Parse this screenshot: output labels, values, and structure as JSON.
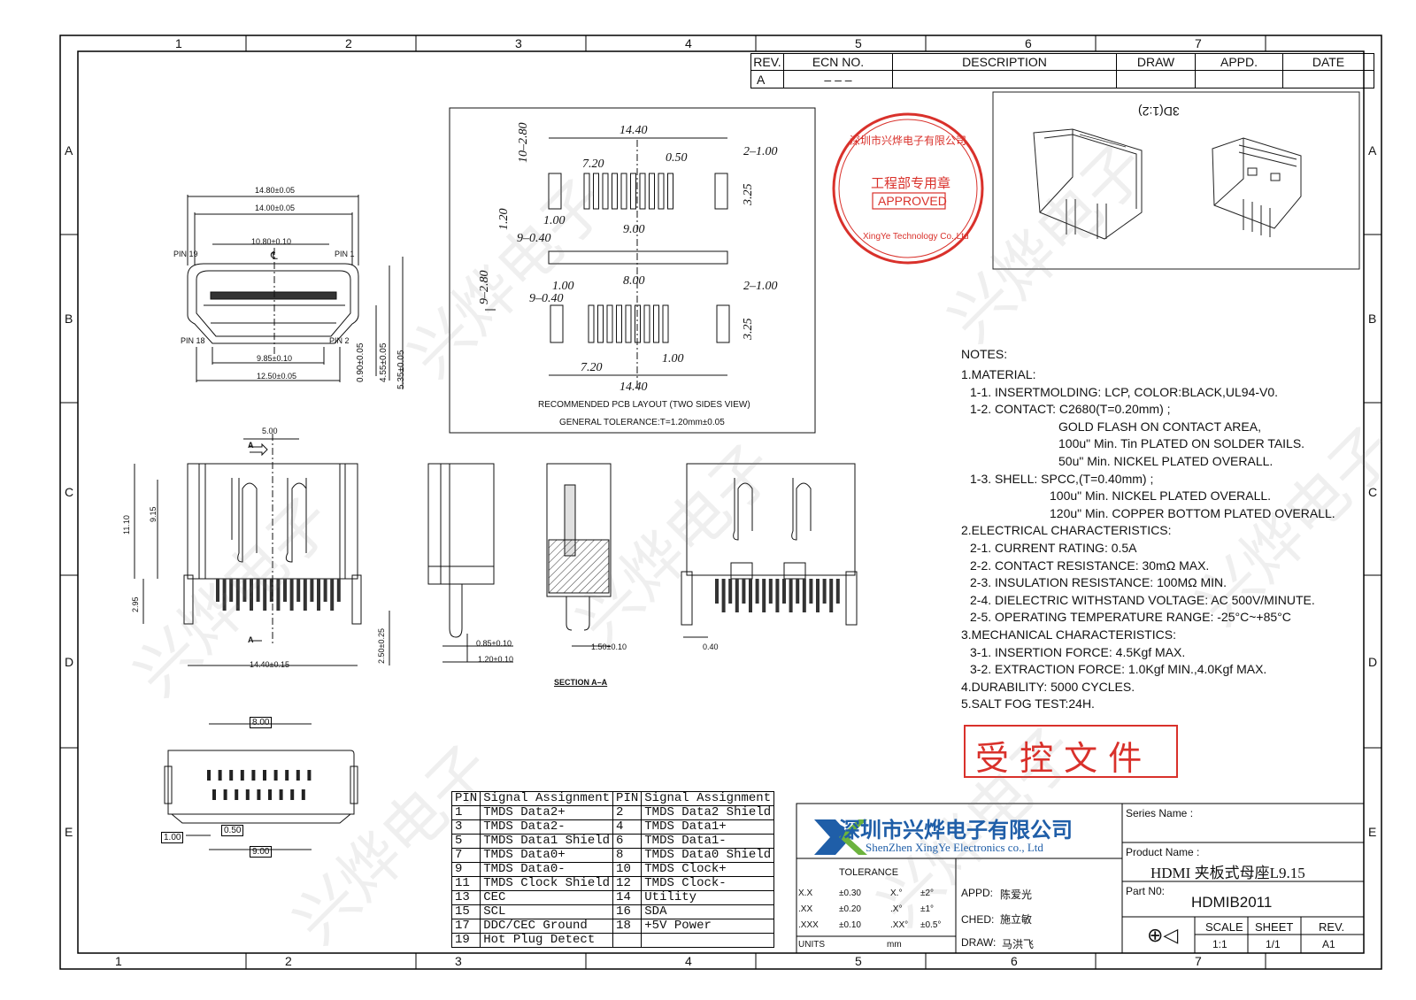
{
  "grid": {
    "cols_top": [
      "1",
      "2",
      "3",
      "4",
      "5",
      "6",
      "7"
    ],
    "cols_bottom": [
      "1",
      "2",
      "3",
      "4",
      "5",
      "6",
      "7"
    ],
    "rows": [
      "A",
      "B",
      "C",
      "D",
      "E"
    ]
  },
  "revision_table": {
    "headers": [
      "REV.",
      "ECN  NO.",
      "DESCRIPTION",
      "DRAW",
      "APPD.",
      "DATE"
    ],
    "row": [
      "A",
      "– – –",
      "",
      "",
      "",
      ""
    ]
  },
  "view_3d_label": "3D(1:2)",
  "stamp": {
    "company": "深圳市兴烨电子有限公司",
    "dept": "工程部专用章",
    "approved": "APPROVED",
    "en": "XingYe Technology Co.,Ltd"
  },
  "front_view": {
    "dims": [
      "14.80±0.05",
      "14.00±0.05",
      "10.80±0.10",
      "9.85±0.10",
      "12.50±0.05",
      "0.90±0.05",
      "4.55±0.05",
      "5.35±0.05"
    ],
    "pins": [
      "PIN 19",
      "PIN 1",
      "PIN 18",
      "PIN 2"
    ],
    "cl": "℄"
  },
  "pcb_layout": {
    "dims_top": [
      "14.40",
      "7.20",
      "0.50",
      "2–1.00",
      "10–2.80",
      "3.25",
      "1.00",
      "9.00",
      "9–0.40",
      "1.20"
    ],
    "dims_bottom": [
      "9–2.80",
      "1.00",
      "8.00",
      "9–0.40",
      "2–1.00",
      "3.25",
      "7.20",
      "1.00",
      "14.40"
    ],
    "caption": "RECOMMENDED PCB LAYOUT (TWO SIDES VIEW)",
    "tolerance": "GENERAL TOLERANCE:T=1.20mm±0.05"
  },
  "side_view": {
    "dims": [
      "5.00",
      "11.10",
      "9.15",
      "2.95",
      "14.40±0.15",
      "2.50±0.25",
      "A",
      "A"
    ]
  },
  "section_view": {
    "dims": [
      "0.85±0.10",
      "1.20±0.10",
      "1.50±0.10",
      "0.40"
    ],
    "label": "SECTION A–A"
  },
  "bottom_view": {
    "dims": [
      "8.00",
      "0.50",
      "1.00",
      "9.00"
    ]
  },
  "notes": [
    "NOTES:",
    "1.MATERIAL:",
    "1-1. INSERTMOLDING: LCP, COLOR:BLACK,UL94-V0.",
    "1-2. CONTACT: C2680(T=0.20mm) ;",
    "GOLD FLASH ON CONTACT AREA,",
    "100u\" Min. Tin PLATED ON SOLDER TAILS.",
    "50u\" Min. NICKEL PLATED OVERALL.",
    "1-3. SHELL: SPCC,(T=0.40mm) ;",
    "100u\" Min. NICKEL PLATED OVERALL.",
    "120u\" Min. COPPER BOTTOM PLATED OVERALL.",
    "2.ELECTRICAL CHARACTERISTICS:",
    "2-1. CURRENT RATING: 0.5A",
    "2-2. CONTACT RESISTANCE: 30mΩ MAX.",
    "2-3. INSULATION RESISTANCE: 100MΩ MIN.",
    "2-4. DIELECTRIC WITHSTAND VOLTAGE: AC 500V/MINUTE.",
    "2-5. OPERATING TEMPERATURE RANGE: -25°C~+85°C",
    "3.MECHANICAL CHARACTERISTICS:",
    "3-1. INSERTION FORCE: 4.5Kgf MAX.",
    "3-2. EXTRACTION FORCE: 1.0Kgf MIN.,4.0Kgf MAX.",
    "4.DURABILITY: 5000 CYCLES.",
    "5.SALT FOG TEST:24H."
  ],
  "controlled_stamp": "受 控 文 件",
  "pin_table": {
    "headers": [
      "PIN",
      "Signal Assignment",
      "PIN",
      "Signal Assignment"
    ],
    "rows": [
      [
        "1",
        "TMDS Data2+",
        "2",
        "TMDS Data2 Shield"
      ],
      [
        "3",
        "TMDS Data2-",
        "4",
        "TMDS Data1+"
      ],
      [
        "5",
        "TMDS Data1 Shield",
        "6",
        "TMDS Data1-"
      ],
      [
        "7",
        "TMDS Data0+",
        "8",
        "TMDS Data0 Shield"
      ],
      [
        "9",
        "TMDS Data0-",
        "10",
        "TMDS Clock+"
      ],
      [
        "11",
        "TMDS Clock Shield",
        "12",
        "TMDS Clock-"
      ],
      [
        "13",
        "CEC",
        "14",
        "Utility"
      ],
      [
        "15",
        "SCL",
        "16",
        "SDA"
      ],
      [
        "17",
        "DDC/CEC Ground",
        "18",
        "+5V Power"
      ],
      [
        "19",
        "Hot Plug Detect",
        "",
        ""
      ]
    ]
  },
  "title_block": {
    "company_cn": "深圳市兴烨电子有限公司",
    "company_en": "ShenZhen XingYe Electronics co., Ltd",
    "tolerance_label": "TOLERANCE",
    "tol_rows": [
      [
        "X.X",
        "±0.30",
        "X.°",
        "±2°"
      ],
      [
        ".XX",
        "±0.20",
        ".X°",
        "±1°"
      ],
      [
        ".XXX",
        "±0.10",
        ".XX°",
        "±0.5°"
      ]
    ],
    "units_label": "UNITS",
    "units_value": "mm",
    "appd_label": "APPD:",
    "appd_value": "陈爱光",
    "ched_label": "CHED:",
    "ched_value": "施立敏",
    "draw_label": "DRAW:",
    "draw_value": "马洪飞",
    "series_label": "Series Name :",
    "product_label": "Product Name :",
    "product_value": "HDMI 夹板式母座L9.15",
    "part_label": "Part N0:",
    "part_value": "HDMIB2011",
    "scale_label": "SCALE",
    "scale_value": "1:1",
    "sheet_label": "SHEET",
    "sheet_value": "1/1",
    "rev_label": "REV.",
    "rev_value": "A1"
  },
  "watermark": "兴烨电子",
  "colors": {
    "stamp_red": "#d9312b",
    "logo_blue": "#1f5ea8",
    "logo_green": "#6cb33e"
  }
}
